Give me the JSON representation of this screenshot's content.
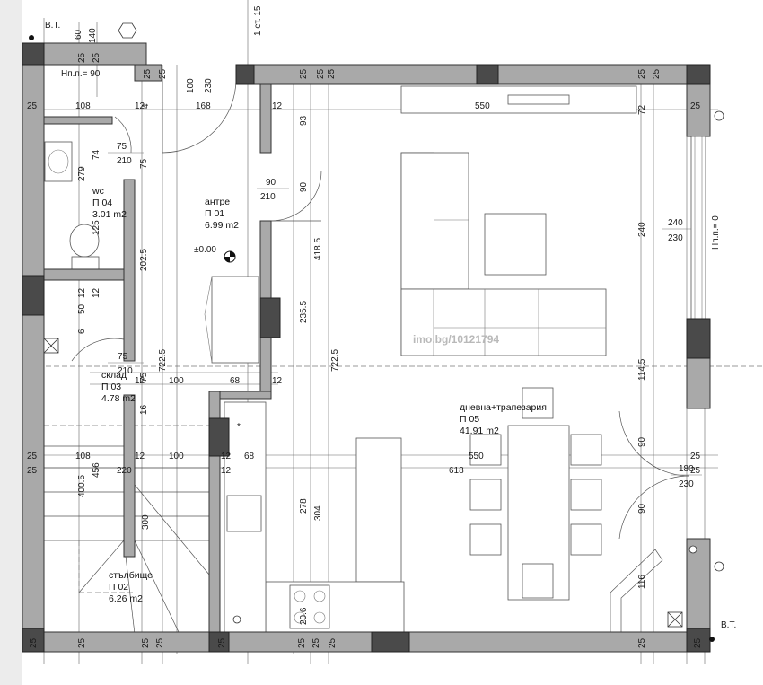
{
  "rooms": {
    "wc": {
      "name": "wc",
      "code": "П 04",
      "area": "3.01 m2"
    },
    "antre": {
      "name": "антре",
      "code": "П 01",
      "area": "6.99 m2"
    },
    "sklad": {
      "name": "склад",
      "code": "П 03",
      "area": "4.78 m2"
    },
    "stairs": {
      "name": "стълбище",
      "code": "П 02",
      "area": "6.26 m2"
    },
    "living": {
      "name": "дневна+трапезария",
      "code": "П 05",
      "area": "41.91 m2"
    }
  },
  "markers": {
    "vt_top": "В.Т.",
    "vt_bottom": "В.Т.",
    "level": "±0.00",
    "section": "1 ст. 15",
    "sill_wc": "Нп.п.= 90",
    "sill_living": "Нп.п.= 0"
  },
  "doors": {
    "wc_w": "75",
    "wc_h": "210",
    "antre_w": "90",
    "antre_h": "210",
    "sklad_w": "75",
    "sklad_h": "210",
    "entry_w": "180",
    "entry_h": "230",
    "top_w": "100",
    "top_h": "230",
    "window_w": "240",
    "window_h": "230"
  },
  "dims": {
    "top_60": "60",
    "top_140": "140",
    "top_25": "25",
    "top_25b": "25",
    "top_ax1": "25",
    "top_ax2": "25",
    "top_ax3": "25",
    "top_ax4": "25",
    "top_ax5": "25",
    "top_ax6": "25",
    "top_ax7": "25",
    "r1_25a": "25",
    "r1_108": "108",
    "r1_12": "12",
    "r1_4": "4",
    "r1_168": "168",
    "r1_12b": "12",
    "r1_550": "550",
    "r1_25b": "25",
    "wc_279": "279",
    "wc_74": "74",
    "wc_125": "125",
    "mid_202": "202.5",
    "mid_722a": "722.5",
    "mid_722b": "722.5",
    "mid_93": "93",
    "mid_90": "90",
    "mid_418": "418.5",
    "mid_235": "235.5",
    "r_72": "72",
    "r_240": "240",
    "r_114": "114.5",
    "r_90a": "90",
    "r_90b": "90",
    "r_116": "116",
    "sk_12": "12",
    "sk_50": "50",
    "sk_12b": "12",
    "sk_6": "6",
    "row3_12": "12",
    "row3_100": "100",
    "row3_68": "68",
    "row3_12b": "12",
    "st_16": "16",
    "r4_25a": "25",
    "r4_108": "108",
    "r4_12": "12",
    "r4_100": "100",
    "r4_12b": "12",
    "r4_68": "68",
    "r4_550": "550",
    "r4_25b": "25",
    "r5_25": "25",
    "r5_220": "220",
    "r5_12": "12",
    "r5_618": "618",
    "r5_25b": "25",
    "st_456": "456",
    "st_400": "400.5",
    "st_300": "300",
    "k_278": "278",
    "k_304": "304",
    "k_20": "20.6",
    "bot_25a": "25",
    "bot_25b": "25",
    "bot_25c": "25",
    "bot_25d": "25",
    "bot_25e": "25",
    "bot_25f": "25",
    "bot_25g": "25",
    "bot_25h": "25",
    "bot_25i": "25",
    "bot_25j": "25"
  },
  "watermark": "imo.bg/10121794",
  "colors": {
    "wall": "#a9a9a9",
    "column": "#4a4a4a",
    "line": "#333333",
    "band": "#ececec"
  }
}
